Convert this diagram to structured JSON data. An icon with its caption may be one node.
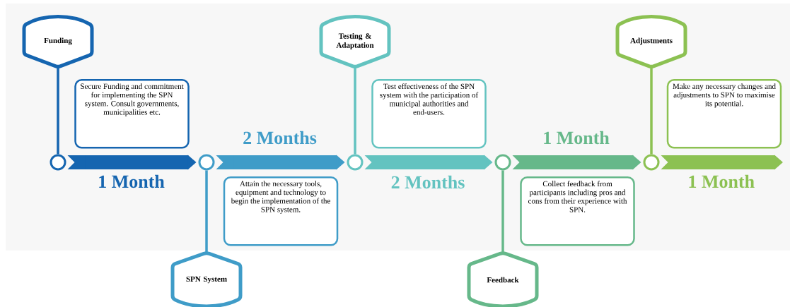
{
  "diagram": {
    "nodes": [
      {
        "text": [
          "Funding"
        ]
      },
      {
        "text": [
          "Secure Funding and commitment for implementing the SPN system. Consult governments, municipalities etc."
        ]
      },
      {
        "text": [],
        "shape": "circle"
      },
      {
        "text": [
          "SPN System"
        ]
      },
      {
        "text": [
          "Attain the necessary tools, equipment and technology to begin the implementation of the SPN system."
        ]
      },
      {
        "text": [],
        "shape": "circle"
      },
      {
        "text": [
          "Testing & Adaptation"
        ]
      },
      {
        "text": [
          "Test effectiveness of the SPN system with the participation of municipal authorities and end-users."
        ]
      },
      {
        "text": [],
        "shape": "circle"
      },
      {
        "text": [
          "Feedback"
        ]
      },
      {
        "text": [
          "Collect feedback from participants including pros and cons from their experience with SPN."
        ]
      },
      {
        "text": [],
        "shape": "circle"
      },
      {
        "text": [
          "Adjustments"
        ]
      },
      {
        "text": [
          "Make any necessary changes and adjustments to SPN to maximise its potential."
        ]
      },
      {
        "text": [],
        "shape": "circle"
      }
    ],
    "edges": [
      {
        "from": 0,
        "to": 2,
        "arrow": "none",
        "color": "#1565b0"
      },
      {
        "from": 3,
        "to": 5,
        "arrow": "none",
        "color": "#3f9cc8"
      },
      {
        "from": 6,
        "to": 8,
        "arrow": "none",
        "color": "#63c3c0"
      },
      {
        "from": 9,
        "to": 11,
        "arrow": "none",
        "color": "#66b88a"
      },
      {
        "from": 12,
        "to": 14,
        "arrow": "none",
        "color": "#8cc152"
      },
      {
        "from": 2,
        "to": 5,
        "arrow": "to",
        "label": "1 Month",
        "style": "thick",
        "color": "#1565b0"
      },
      {
        "from": 5,
        "to": 8,
        "arrow": "to",
        "label": "2 Months",
        "style": "thick",
        "color": "#3f9cc8"
      },
      {
        "from": 8,
        "to": 11,
        "arrow": "to",
        "label": "2 Months",
        "style": "thick",
        "color": "#63c3c0"
      },
      {
        "from": 11,
        "to": 14,
        "arrow": "to",
        "label": "1 Month",
        "style": "thick",
        "color": "#66b88a"
      },
      {
        "from": 14,
        "to": null,
        "arrow": "to",
        "label": "1 Month",
        "style": "thick",
        "color": "#8cc152"
      }
    ]
  }
}
